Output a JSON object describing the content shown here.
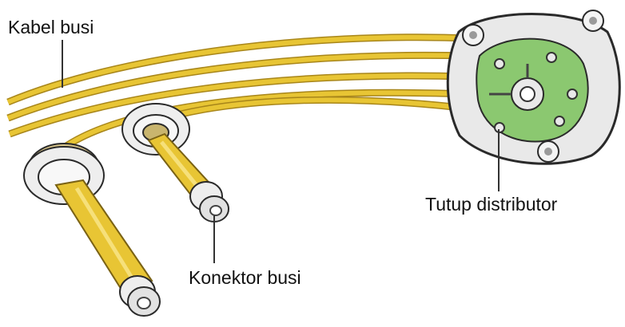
{
  "labels": {
    "cable": "Kabel busi",
    "connector": "Konektor busi",
    "distributor_cap": "Tutup distributor"
  },
  "colors": {
    "wire": "#e8c534",
    "wire_edge": "#a8861a",
    "boot": "#eeeeee",
    "cap": "#e9e9e9",
    "cap_insert": "#8bc870",
    "leader": "#333333"
  },
  "icons": {
    "wires": "ignition-wire-bundle",
    "boots": "spark-plug-boot",
    "cap": "distributor-cap"
  }
}
